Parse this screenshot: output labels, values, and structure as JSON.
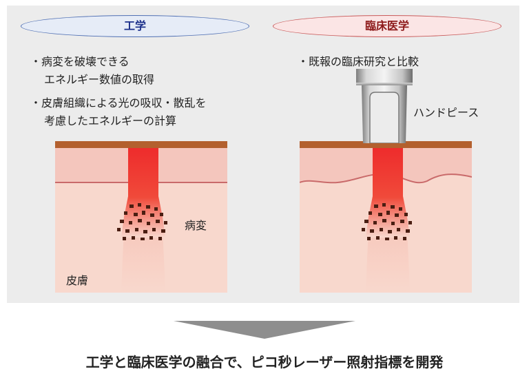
{
  "engineering": {
    "title": "工学",
    "bullet1_line1": "・病変を破壊できる",
    "bullet1_line2": "エネルギー数値の取得",
    "bullet2_line1": "・皮膚組織による光の吸収・散乱を",
    "bullet2_line2": "考慮したエネルギーの計算",
    "label_lesion": "病変",
    "label_skin": "皮膚"
  },
  "medicine": {
    "title": "臨床医学",
    "bullet1": "・既報の臨床研究と比較",
    "label_handpiece": "ハンドピース"
  },
  "conclusion": "工学と臨床医学の融合で、ピコ秒レーザー照射指標を開発",
  "colors": {
    "panel": "#ececec",
    "skin": "#f8d8cd",
    "epidermis": "#f4c6bd",
    "surface": "#b3602e",
    "laser": "#ee2c2c",
    "lesion": "#4a1e12"
  }
}
